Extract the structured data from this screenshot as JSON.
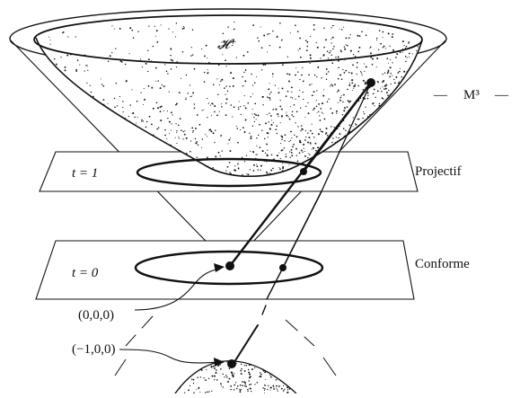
{
  "labels": {
    "hyperboloid": "𝓗⁺",
    "minkowski_left": "—",
    "minkowski": "M³",
    "minkowski_right": "—",
    "plane_t1": "t = 1",
    "plane_t0": "t = 0",
    "projectif": "Projectif",
    "conforme": "Conforme",
    "origin": "(0,0,0)",
    "south_pole": "(−1,0,0)"
  },
  "colors": {
    "ink": "#111111",
    "paper": "#ffffff"
  }
}
